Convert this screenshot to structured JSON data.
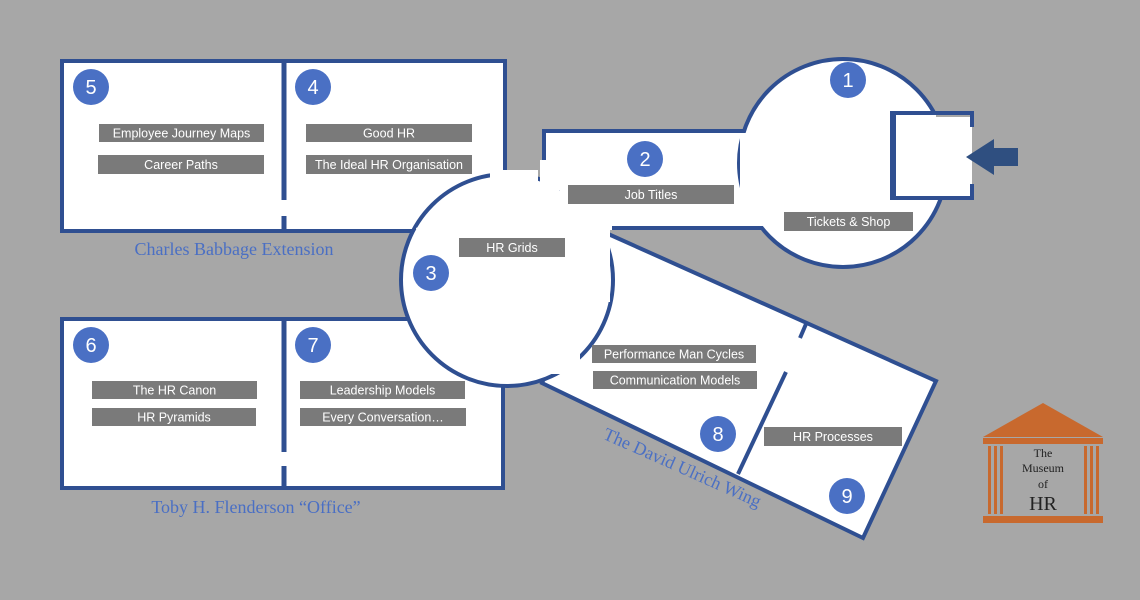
{
  "colors": {
    "background": "#a7a7a7",
    "wall": "#2f4f91",
    "floor": "#ffffff",
    "badge": "#4a70c4",
    "label_box": "#7a7a7a",
    "area_name": "#4a6fc4",
    "logo": "#c8692e",
    "arrow": "#2f4f80"
  },
  "rooms": [
    {
      "number": "1",
      "labels": [
        "Tickets & Shop"
      ]
    },
    {
      "number": "2",
      "labels": [
        "Job Titles"
      ]
    },
    {
      "number": "3",
      "labels": [
        "HR Grids"
      ]
    },
    {
      "number": "4",
      "labels": [
        "Good HR",
        "The Ideal HR Organisation"
      ]
    },
    {
      "number": "5",
      "labels": [
        "Employee Journey Maps",
        "Career Paths"
      ]
    },
    {
      "number": "6",
      "labels": [
        "The HR Canon",
        "HR Pyramids"
      ]
    },
    {
      "number": "7",
      "labels": [
        "Leadership Models",
        "Every Conversation…"
      ]
    },
    {
      "number": "8",
      "labels": [
        "Performance Man Cycles",
        "Communication Models"
      ]
    },
    {
      "number": "9",
      "labels": [
        "HR Processes"
      ]
    }
  ],
  "areas": {
    "top": "Charles Babbage Extension",
    "bottom": "Toby H. Flenderson “Office”",
    "wing": "The David Ulrich Wing"
  },
  "entrance_icon": "entrance-arrow-icon",
  "logo": {
    "icon": "museum-building-icon",
    "line1": "The",
    "line2": "Museum",
    "line3": "of",
    "line4": "HR"
  }
}
